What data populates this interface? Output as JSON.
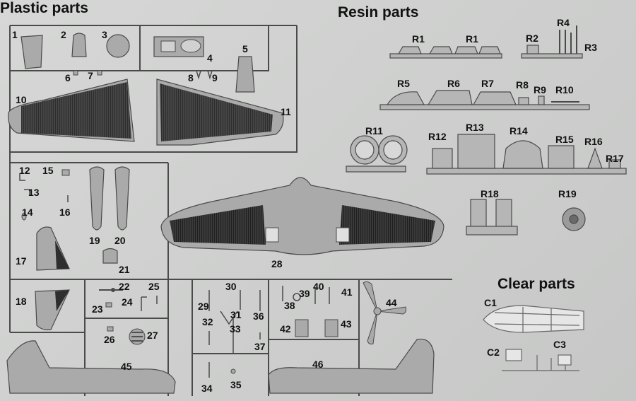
{
  "headings": {
    "plastic": "Plastic parts",
    "resin": "Resin parts",
    "clear": "Clear parts"
  },
  "plastic_parts": [
    "1",
    "2",
    "3",
    "4",
    "5",
    "6",
    "7",
    "8",
    "9",
    "10",
    "11",
    "12",
    "13",
    "14",
    "15",
    "16",
    "17",
    "18",
    "19",
    "20",
    "21",
    "22",
    "23",
    "24",
    "25",
    "26",
    "27",
    "28",
    "29",
    "30",
    "31",
    "32",
    "33",
    "34",
    "35",
    "36",
    "37",
    "38",
    "39",
    "40",
    "41",
    "42",
    "43",
    "44",
    "45",
    "46"
  ],
  "resin_parts": [
    "R1",
    "R1",
    "R2",
    "R3",
    "R4",
    "R5",
    "R6",
    "R7",
    "R8",
    "R9",
    "R10",
    "R11",
    "R12",
    "R13",
    "R14",
    "R15",
    "R16",
    "R17",
    "R18",
    "R19"
  ],
  "clear_parts": [
    "C1",
    "C2",
    "C3"
  ],
  "colors": {
    "sheet": "#d0d1d0",
    "sprue_part": "#a9aaa9",
    "part_outline": "#4a4a4a",
    "wing_dark": "#2e2e2e",
    "clear_fill": "#e6e6e6"
  }
}
